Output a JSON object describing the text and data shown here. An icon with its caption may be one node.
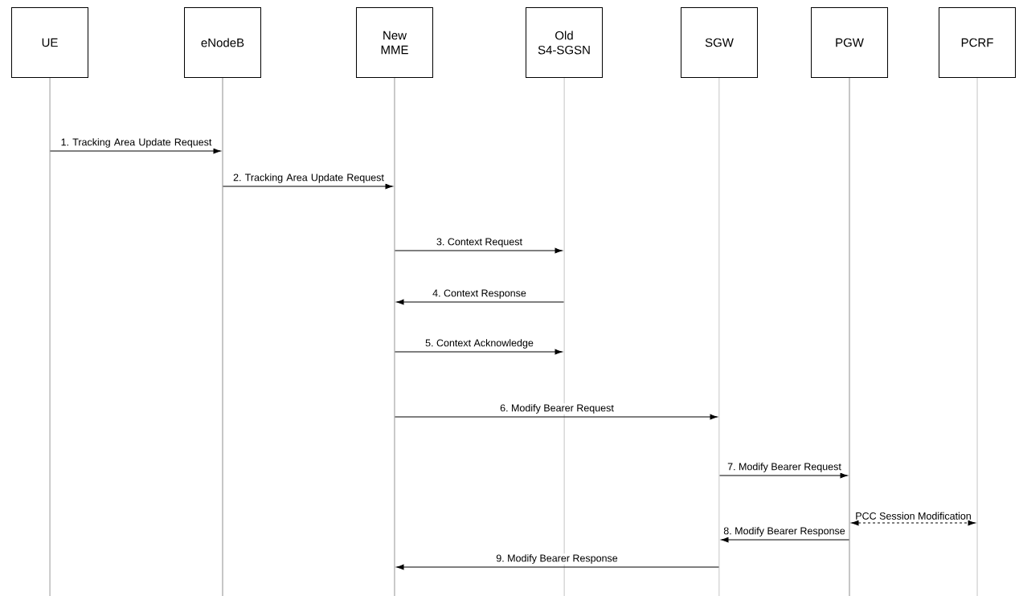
{
  "diagram": {
    "nodes": [
      {
        "text": [
          "UE"
        ]
      },
      {
        "text": [
          "eNodeB"
        ]
      },
      {
        "text": [
          "New MME"
        ]
      },
      {
        "text": [
          "Old S4-SGSN"
        ]
      },
      {
        "text": [
          "SGW"
        ]
      },
      {
        "text": [
          "PGW"
        ]
      },
      {
        "text": [
          "PCRF"
        ]
      },
      {
        "text": [],
        "shape": "line"
      },
      {
        "text": [],
        "shape": "line"
      },
      {
        "text": [],
        "shape": "line"
      },
      {
        "text": [],
        "shape": "line"
      },
      {
        "text": [],
        "shape": "line"
      },
      {
        "text": [],
        "shape": "line"
      },
      {
        "text": [],
        "shape": "line"
      }
    ],
    "edges": [
      {
        "from": 7,
        "to": 8,
        "arrow": "to",
        "label": "1. Tracking Area Update Request"
      },
      {
        "from": 8,
        "to": 9,
        "arrow": "to",
        "label": "2. Tracking Area Update Request"
      },
      {
        "from": 9,
        "to": 10,
        "arrow": "to",
        "label": "3. Context Request"
      },
      {
        "from": 10,
        "to": 9,
        "arrow": "to",
        "label": "4. Context Response"
      },
      {
        "from": 9,
        "to": 10,
        "arrow": "to",
        "label": "5. Context Acknowledge"
      },
      {
        "from": 9,
        "to": 11,
        "arrow": "to",
        "label": "6. Modify Bearer Request"
      },
      {
        "from": 11,
        "to": 12,
        "arrow": "to",
        "label": "7. Modify Bearer Request"
      },
      {
        "from": 12,
        "to": 13,
        "arrow": "both",
        "label": "PCC Session Modification",
        "style": "dashed"
      },
      {
        "from": 12,
        "to": 11,
        "arrow": "to",
        "label": "8. Modify Bearer Response"
      },
      {
        "from": 11,
        "to": 9,
        "arrow": "to",
        "label": "9. Modify Bearer Response"
      }
    ]
  }
}
